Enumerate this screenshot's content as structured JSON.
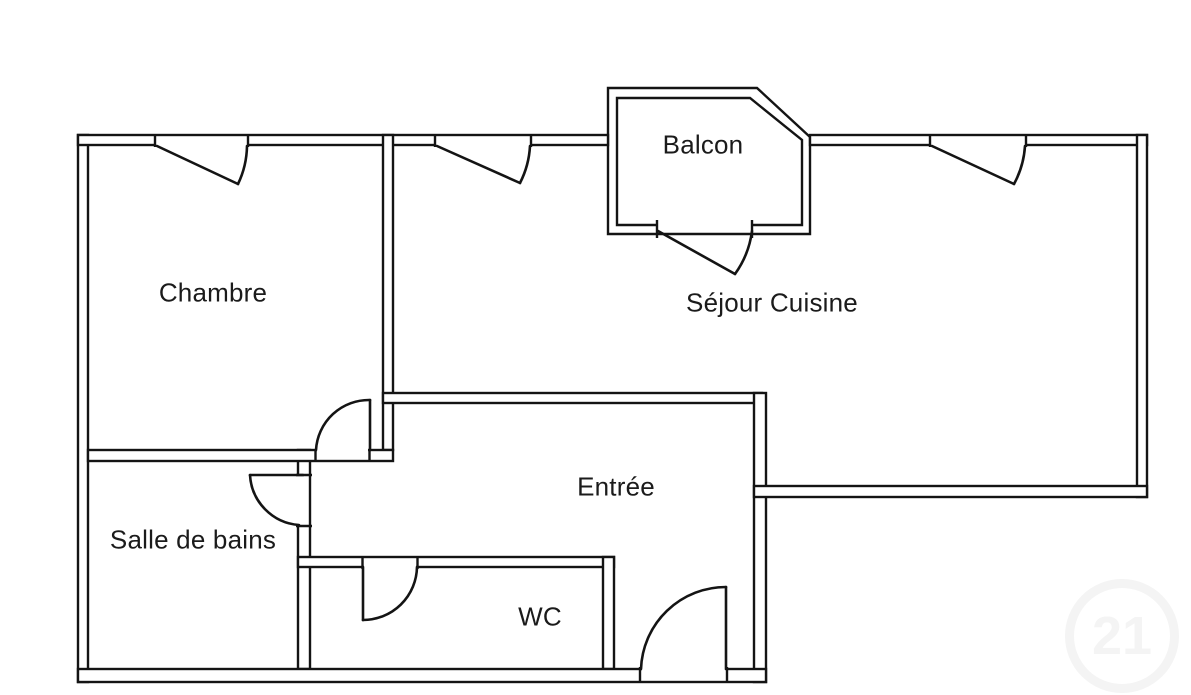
{
  "rooms": {
    "chambre": "Chambre",
    "balcon": "Balcon",
    "sejour_cuisine": "Séjour Cuisine",
    "entree": "Entrée",
    "salle_de_bains": "Salle de bains",
    "wc": "WC"
  },
  "watermark": {
    "text": "21"
  },
  "colors": {
    "background": "#ffffff",
    "line": "#141414",
    "text": "#1b1b1b",
    "watermark": "#f4f4f4"
  }
}
